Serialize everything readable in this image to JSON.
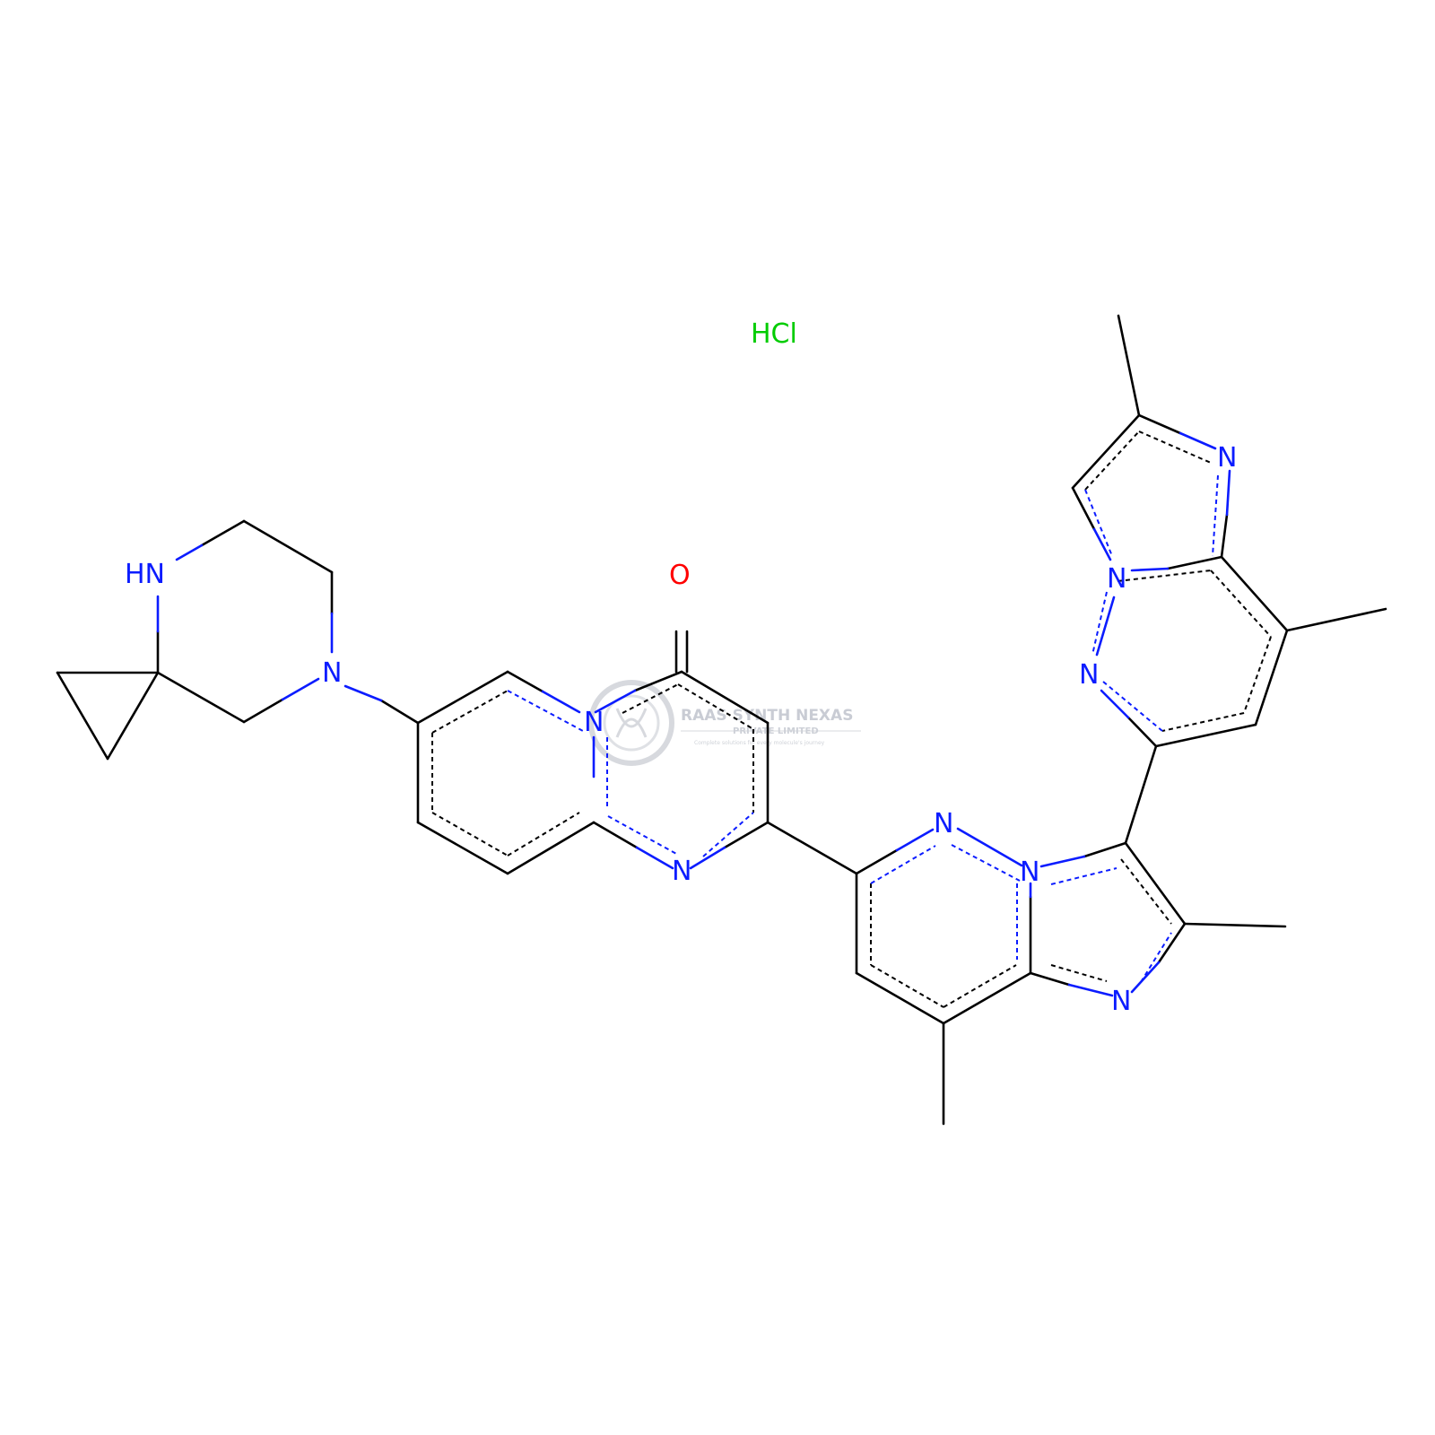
{
  "colors": {
    "bond": "#000000",
    "nitrogen": "#0b1cff",
    "oxygen": "#ff0000",
    "chlorine": "#00cc00",
    "watermark": "#c9ccd4"
  },
  "labels": {
    "hcl": "HCl",
    "nh": "HN",
    "n": "N",
    "o": "O"
  },
  "watermark": {
    "line1": "RAAS SYNTH NEXAS",
    "line2": "PRIVATE LIMITED",
    "tagline": "Complete solutions for every molecule's journey"
  }
}
